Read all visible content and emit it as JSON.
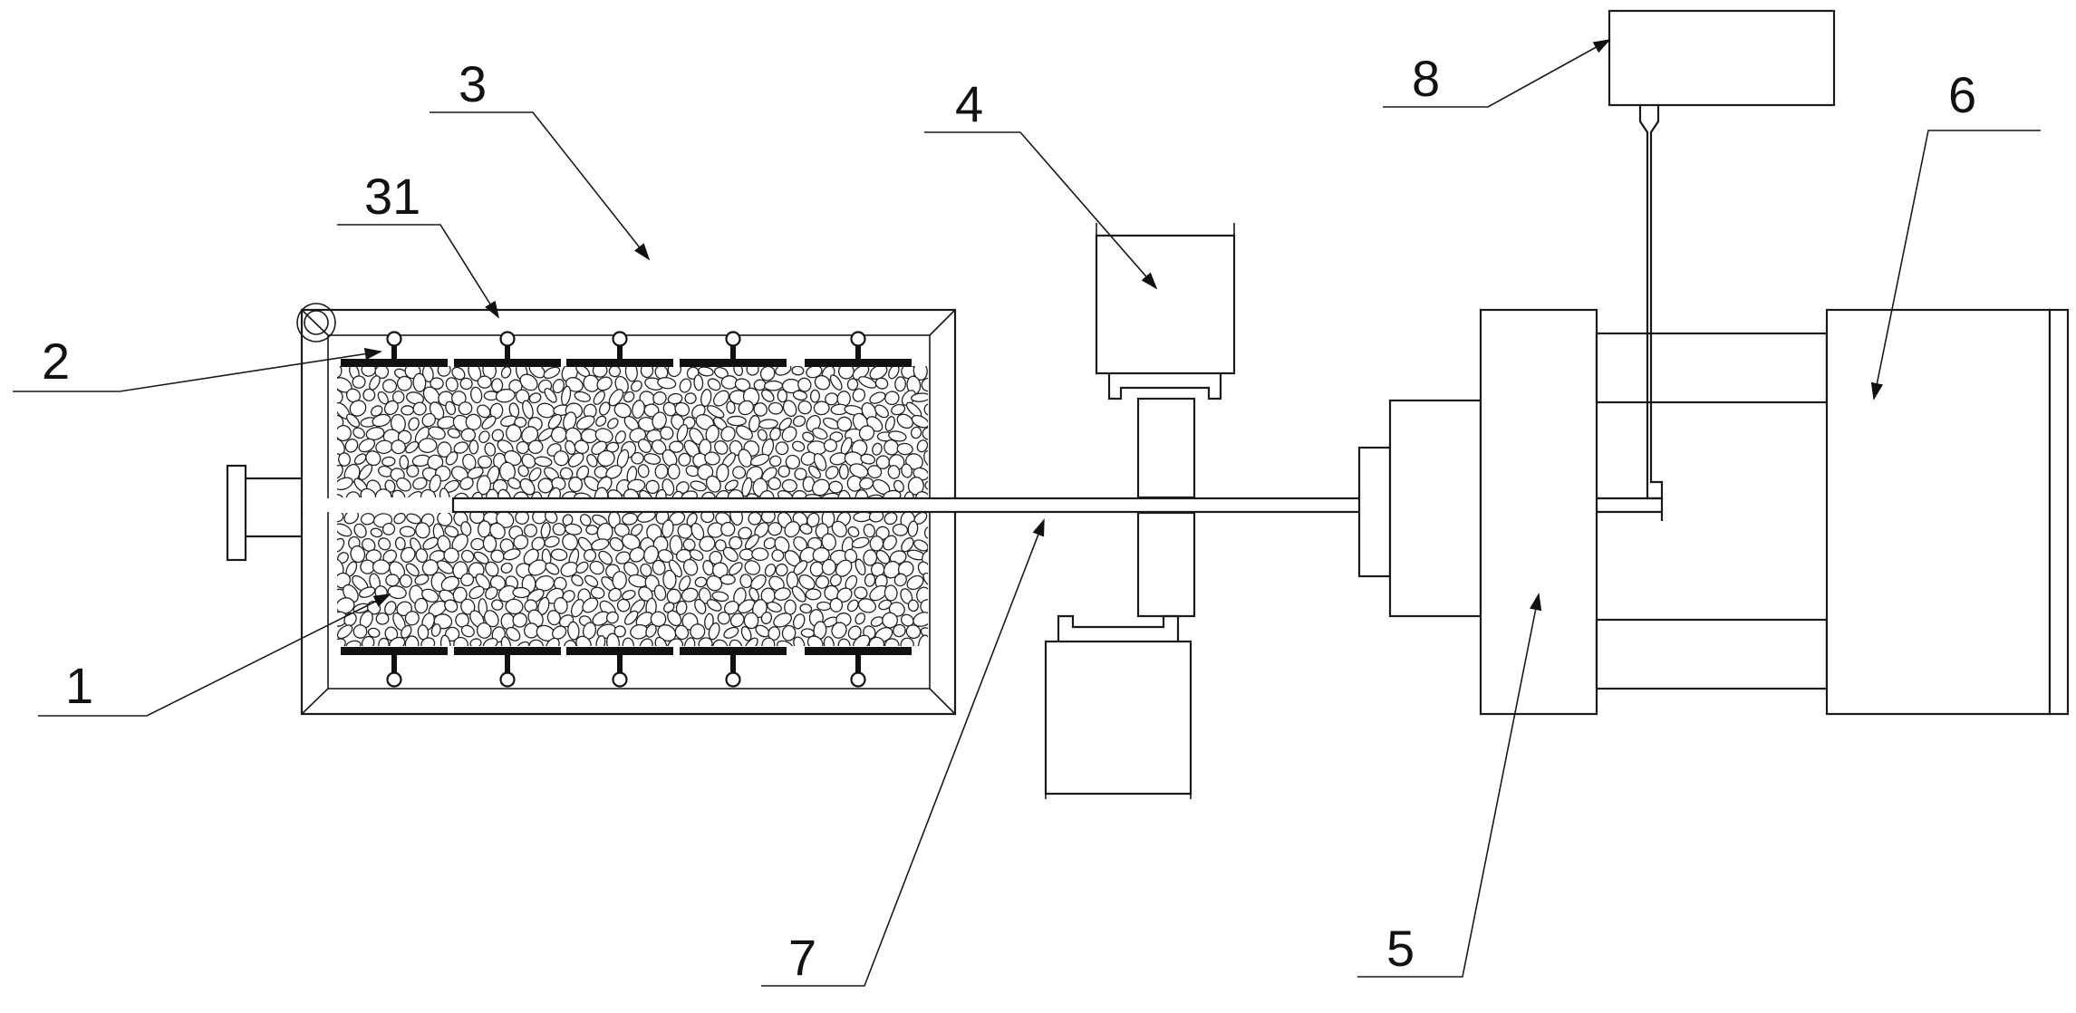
{
  "labels": {
    "l1": "1",
    "l2": "2",
    "l3": "3",
    "l31": "31",
    "l4": "4",
    "l5": "5",
    "l6": "6",
    "l7": "7",
    "l8": "8"
  }
}
